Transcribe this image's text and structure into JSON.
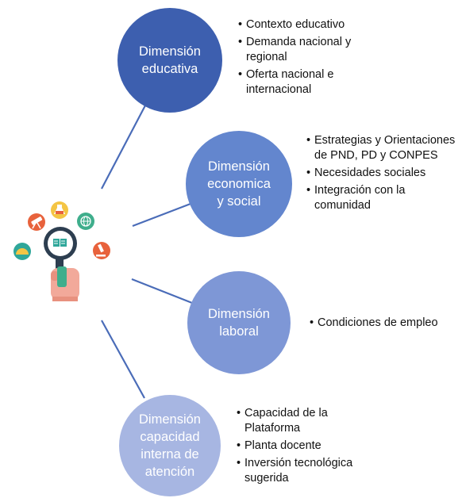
{
  "dimensions": [
    {
      "title_lines": [
        "Dimensión",
        "educativa"
      ],
      "color": "#3D5FAF",
      "bullets": [
        "Contexto educativo",
        "Demanda nacional y regional",
        "Oferta nacional e internacional"
      ]
    },
    {
      "title_lines": [
        "Dimensión",
        "economica",
        "y social"
      ],
      "color": "#6386CE",
      "bullets": [
        " Estrategias y Orientaciones de PND, PD y CONPES",
        "Necesidades sociales",
        "Integración con la comunidad"
      ]
    },
    {
      "title_lines": [
        "Dimensión",
        "laboral"
      ],
      "color": "#7E97D6",
      "bullets": [
        "Condiciones de empleo"
      ]
    },
    {
      "title_lines": [
        "Dimensión",
        "capacidad",
        "interna de",
        "atención"
      ],
      "color": "#A7B6E2",
      "bullets": [
        "Capacidad de la Plataforma",
        "Planta docente",
        "Inversión tecnológica sugerida"
      ]
    }
  ],
  "icon": {
    "name": "research-magnifier-illustration",
    "colors": {
      "teal": "#2FA79A",
      "orange": "#E8623C",
      "yellow": "#F4C544",
      "navy": "#2D3E50",
      "skin": "#F2A99A",
      "green": "#3FAE8C"
    }
  }
}
